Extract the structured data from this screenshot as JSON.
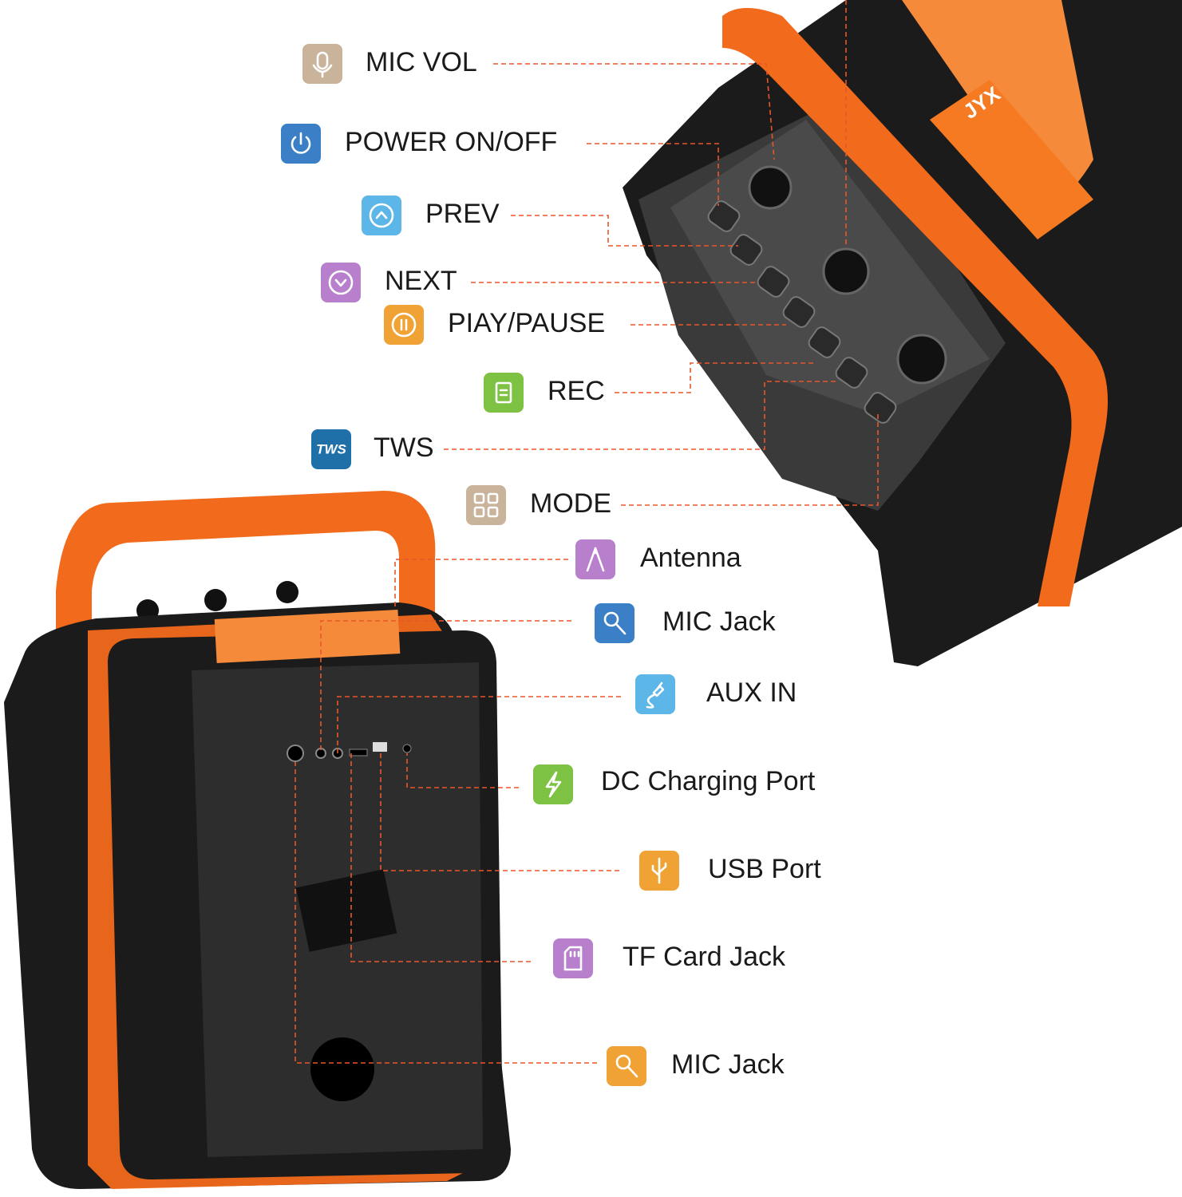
{
  "brand": {
    "logo_text": "JYX"
  },
  "colors": {
    "orange": "#f26a1b",
    "speaker_black": "#1b1b1b",
    "leader_line": "#e8572a",
    "tan": "#c9b49b",
    "blue": "#3b80c6",
    "light_blue": "#5db6e8",
    "purple": "#b880cc",
    "amber": "#f0a334",
    "green": "#7dc243",
    "dark_blue": "#1f6fa9"
  },
  "callouts": [
    {
      "label": "MIC VOL",
      "icon": "microphone-icon",
      "color": "#c9b49b"
    },
    {
      "label": "POWER ON/OFF",
      "icon": "power-icon",
      "color": "#3b80c6"
    },
    {
      "label": "PREV",
      "icon": "chevron-up-icon",
      "color": "#5db6e8"
    },
    {
      "label": "NEXT",
      "icon": "chevron-down-icon",
      "color": "#b880cc"
    },
    {
      "label": "PIAY/PAUSE",
      "icon": "pause-icon",
      "color": "#f0a334"
    },
    {
      "label": "REC",
      "icon": "record-icon",
      "color": "#7dc243"
    },
    {
      "label": "TWS",
      "icon": "tws-icon",
      "color": "#1f6fa9",
      "icon_text": "TWS"
    },
    {
      "label": "MODE",
      "icon": "mode-grid-icon",
      "color": "#c9b49b"
    },
    {
      "label": "Antenna",
      "icon": "antenna-icon",
      "color": "#b880cc"
    },
    {
      "label": "MIC Jack",
      "icon": "microphone-jack-icon",
      "color": "#3b80c6"
    },
    {
      "label": "AUX IN",
      "icon": "aux-cable-icon",
      "color": "#5db6e8"
    },
    {
      "label": "DC Charging Port",
      "icon": "lightning-icon",
      "color": "#7dc243"
    },
    {
      "label": "USB Port",
      "icon": "usb-icon",
      "color": "#f0a334"
    },
    {
      "label": "TF Card Jack",
      "icon": "sd-card-icon",
      "color": "#b880cc"
    },
    {
      "label": "MIC Jack",
      "icon": "microphone-jack-icon",
      "color": "#f0a334"
    }
  ]
}
